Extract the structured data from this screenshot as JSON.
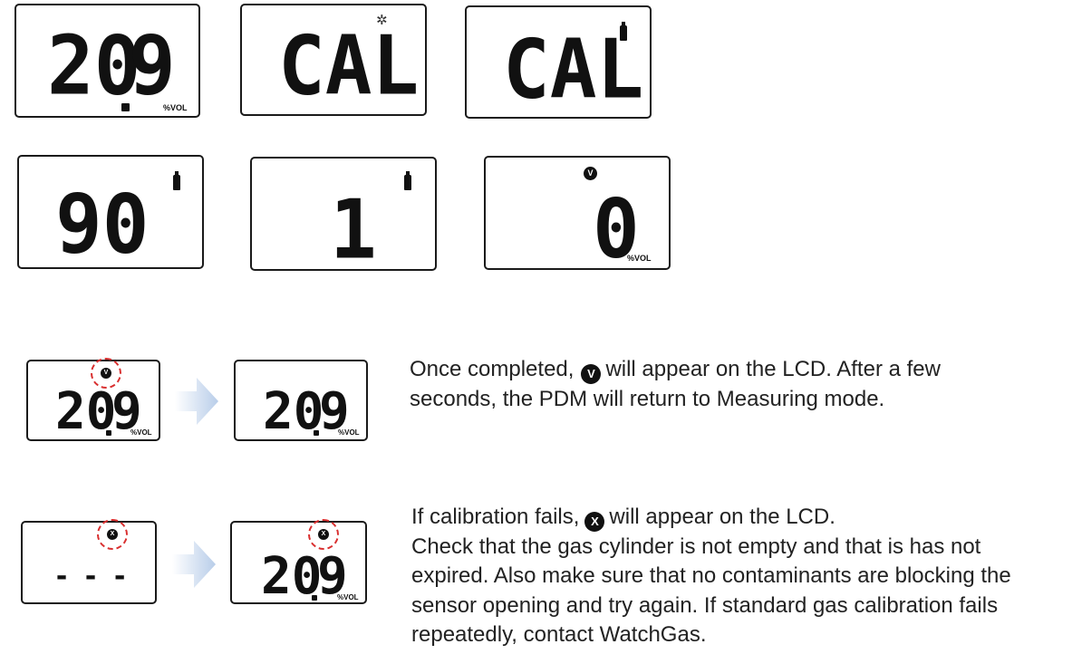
{
  "row1": {
    "lcd1": {
      "digits": "20",
      "digit_last": "9",
      "unit": "%VOL"
    },
    "lcd2": {
      "text": "CAL",
      "icon": "fan-icon",
      "icon_glyph": "✲"
    },
    "lcd3": {
      "text": "CAL",
      "icon": "gas-cylinder-icon"
    }
  },
  "row2": {
    "lcd4": {
      "digits": "90",
      "icon": "gas-cylinder-icon"
    },
    "lcd5": {
      "digits": "1",
      "icon": "gas-cylinder-icon"
    },
    "lcd6": {
      "digits": "0",
      "unit": "%VOL",
      "badge": "V"
    }
  },
  "success": {
    "lcd_before": {
      "digits": "20",
      "digit_last": "9",
      "unit": "%VOL",
      "badge": "V"
    },
    "lcd_after": {
      "digits": "20",
      "digit_last": "9",
      "unit": "%VOL"
    },
    "text_before_icon": "Once completed,",
    "icon_label": "V",
    "text_after_icon": "will appear on the LCD. After a few",
    "text_line2": "seconds, the PDM will return to Measuring mode."
  },
  "failure": {
    "lcd_before": {
      "dashes": "---",
      "badge": "X"
    },
    "lcd_after": {
      "digits": "20",
      "digit_last": "9",
      "unit": "%VOL",
      "badge": "X"
    },
    "text_before_icon": "If calibration fails,",
    "icon_label": "X",
    "text_after_icon": "will appear on the LCD.",
    "line2": "Check that the gas cylinder is not empty and that is has not",
    "line3": "expired. Also make sure that no contaminants are blocking the",
    "line4": "sensor opening and try again. If standard gas calibration fails",
    "line5": "repeatedly, contact WatchGas."
  },
  "colors": {
    "lcd_border": "#1a1a1a",
    "highlight_ring": "#d93030",
    "arrow": "#bcd0ea"
  }
}
